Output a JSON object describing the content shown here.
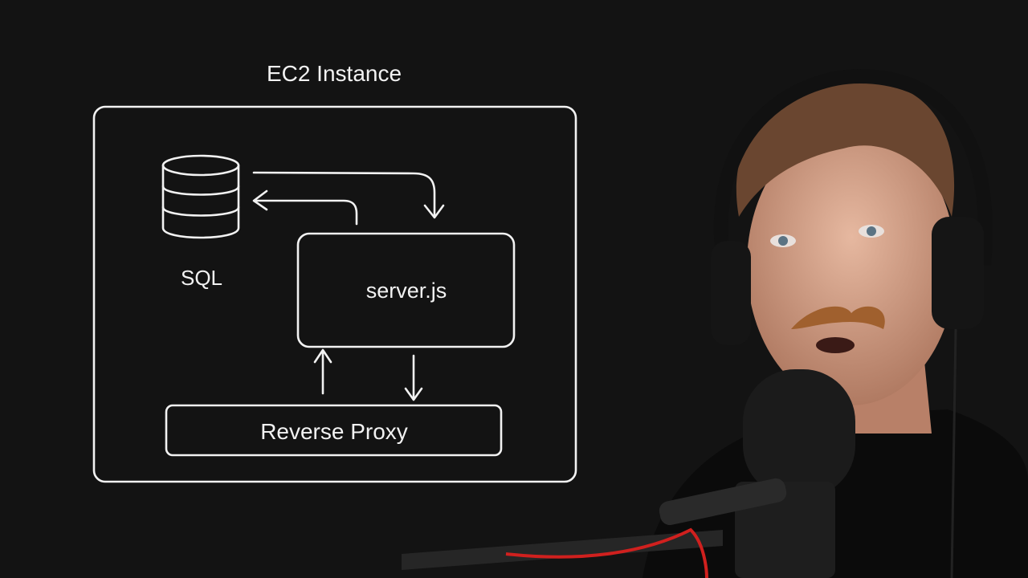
{
  "diagram": {
    "title": "EC2 Instance",
    "database_label": "SQL",
    "server_label": "server.js",
    "proxy_label": "Reverse Proxy"
  },
  "presenter": {
    "icons": [
      "person",
      "headphones",
      "microphone"
    ]
  }
}
